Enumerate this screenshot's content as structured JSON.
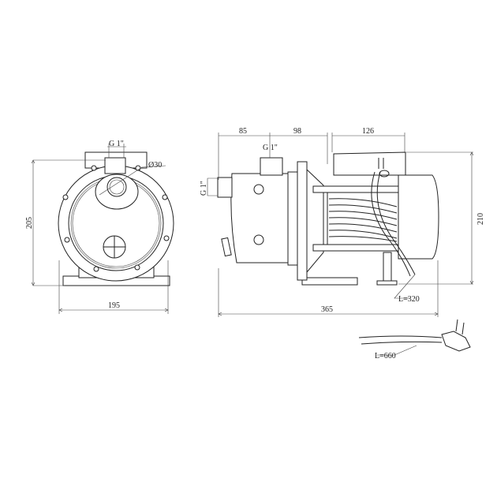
{
  "front_view": {
    "inlet_thread": "G 1\"",
    "inlet_diameter": "Ø30",
    "height": "205",
    "width": "195"
  },
  "side_view": {
    "dim_inlet_offset": "85",
    "dim_flange_offset": "98",
    "dim_motor_box": "126",
    "outlet_thread_top": "G 1\"",
    "inlet_thread_side": "G 1\"",
    "height": "210",
    "length": "365",
    "cable_length": "L=320"
  },
  "power_cord": {
    "length": "L=660"
  }
}
